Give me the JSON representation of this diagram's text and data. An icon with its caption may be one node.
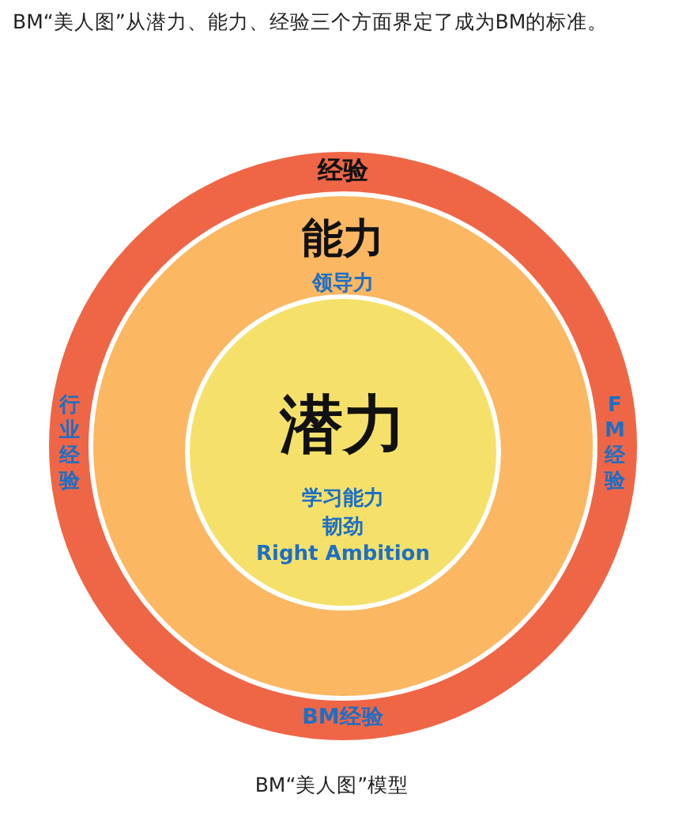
{
  "diagram": {
    "title": "BM“美人图”从潜力、能力、经验三个方面界定了成为BM的标准。",
    "caption": "BM“美人图”模型",
    "nodes": [
      {
        "text": [
          "经验",
          "行业经验",
          "FM经验",
          "BM经验"
        ]
      },
      {
        "text": [
          "能力",
          "领导力"
        ],
        "in": 0
      },
      {
        "text": [
          "潜力",
          "学习能力",
          "韧劲",
          "Right Ambition"
        ],
        "in": 1
      }
    ]
  }
}
